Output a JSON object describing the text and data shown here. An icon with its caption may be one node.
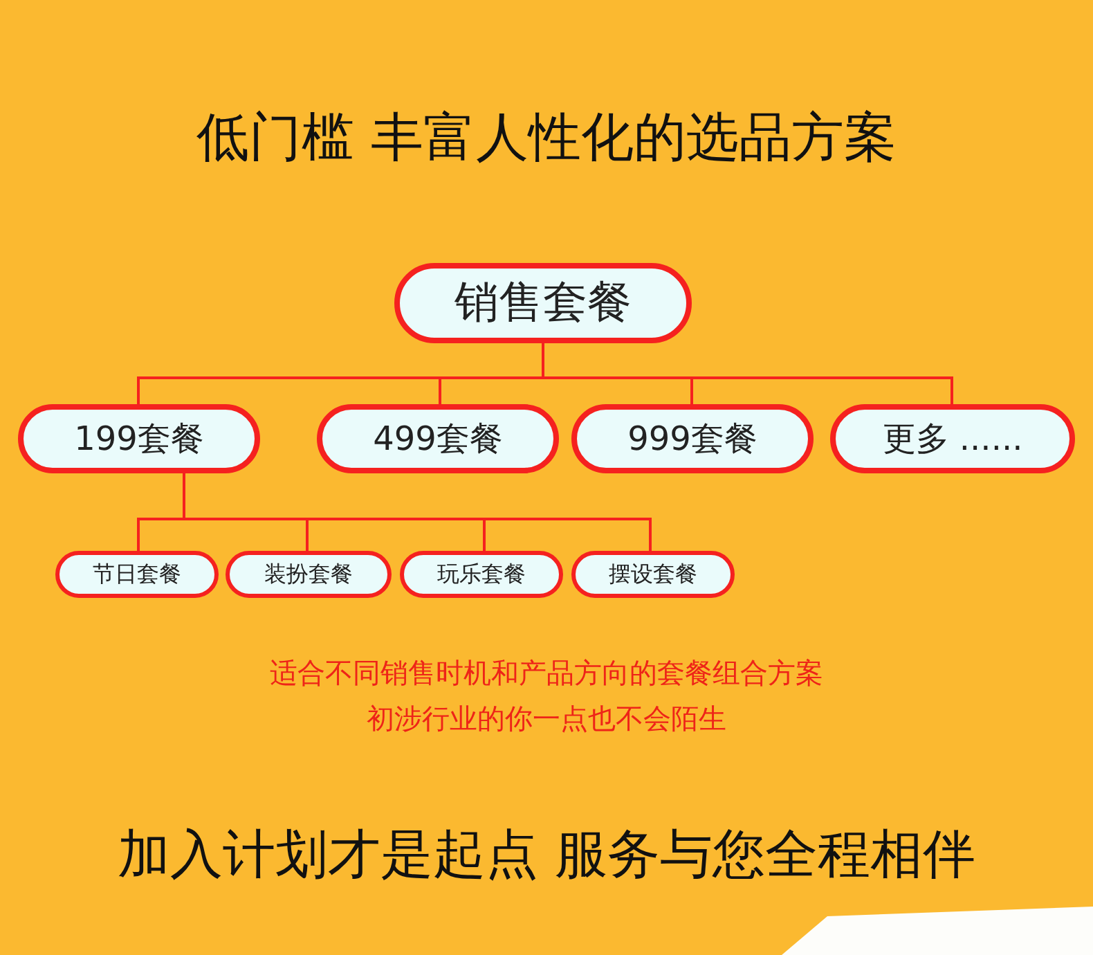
{
  "diagram": {
    "title": "低门槛 丰富人性化的选品方案",
    "nodes": [
      {
        "text": [
          "销售套餐"
        ]
      },
      {
        "text": [
          "199套餐"
        ]
      },
      {
        "text": [
          "499套餐"
        ]
      },
      {
        "text": [
          "999套餐"
        ]
      },
      {
        "text": [
          "更多 ......"
        ]
      },
      {
        "text": [
          "节日套餐"
        ]
      },
      {
        "text": [
          "装扮套餐"
        ]
      },
      {
        "text": [
          "玩乐套餐"
        ]
      },
      {
        "text": [
          "摆设套餐"
        ]
      }
    ],
    "edges": [
      {
        "from": 0,
        "to": 1,
        "arrow": "none"
      },
      {
        "from": 0,
        "to": 2,
        "arrow": "none"
      },
      {
        "from": 0,
        "to": 3,
        "arrow": "none"
      },
      {
        "from": 0,
        "to": 4,
        "arrow": "none"
      },
      {
        "from": 1,
        "to": 5,
        "arrow": "none"
      },
      {
        "from": 1,
        "to": 6,
        "arrow": "none"
      },
      {
        "from": 1,
        "to": 7,
        "arrow": "none"
      },
      {
        "from": 1,
        "to": 8,
        "arrow": "none"
      }
    ],
    "labels": [
      "适合不同销售时机和产品方向的套餐组合方案",
      "初涉行业的你一点也不会陌生",
      "加入计划才是起点 服务与您全程相伴"
    ]
  }
}
